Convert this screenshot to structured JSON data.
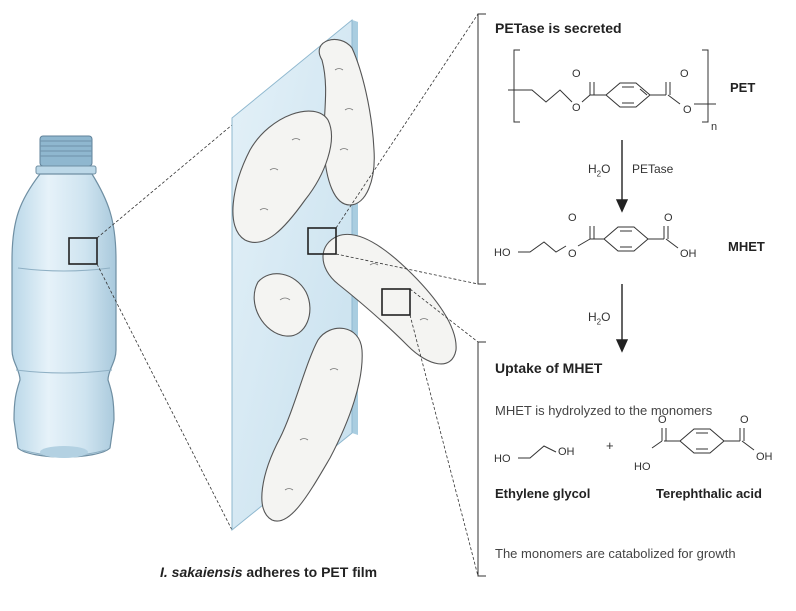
{
  "section1": {
    "title": "PETase is secreted",
    "polymer_label": "PET",
    "repeat_subscript": "n",
    "step1_reagent": "H",
    "step1_reagent_sub": "2",
    "step1_reagent_tail": "O",
    "step1_enzyme": "PETase",
    "intermediate_label": "MHET",
    "step2_reagent": "H",
    "step2_reagent_sub": "2",
    "step2_reagent_tail": "O"
  },
  "section2": {
    "title": "Uptake of MHET",
    "description": "MHET is hydrolyzed to the monomers",
    "plus": "+",
    "monomer1": "Ethylene glycol",
    "monomer2": "Terephthalic acid",
    "footer": "The monomers are catabolized for growth"
  },
  "caption": {
    "species": "I. sakaiensis",
    "rest": " adheres to PET film"
  },
  "atoms": {
    "O": "O",
    "HO": "HO",
    "OH": "OH"
  },
  "colors": {
    "bottle": "#cfe6f3",
    "bottle_outline": "#6f8fa3",
    "cap": "#8fb7cf",
    "film": "#d8ebf5",
    "film_edge": "#a9cde0",
    "bacteria": "#f4f4f2",
    "ink": "#222222"
  }
}
